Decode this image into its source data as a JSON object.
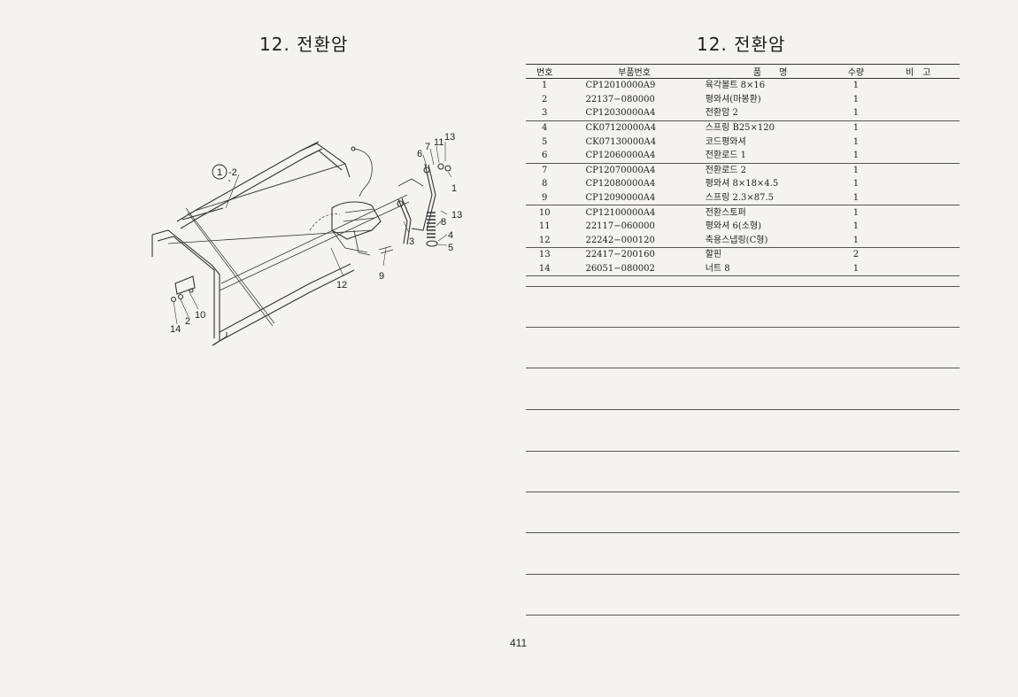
{
  "left_title": "12. 전환암",
  "right_title": "12. 전환암",
  "page_number": "411",
  "diagram_callouts": {
    "c1_2": "1",
    "c2_dash": "-2",
    "c13_top": "13",
    "c11": "11",
    "c7": "7",
    "c6": "6",
    "c1": "1",
    "c13_mid": "13",
    "c8": "8",
    "c4": "4",
    "c5": "5",
    "c3": "3",
    "c9": "9",
    "c12": "12",
    "c10": "10",
    "c2": "2",
    "c14": "14"
  },
  "table": {
    "headers": {
      "no": "번호",
      "part_no": "부품번호",
      "name": "품　　명",
      "qty": "수량",
      "remarks": "비　고"
    },
    "rows": [
      {
        "no": "1",
        "part_no": "CP12010000A9",
        "name": "육각볼트 8×16",
        "qty": "1"
      },
      {
        "no": "2",
        "part_no": "22137−080000",
        "name": "평와셔(마봉환)",
        "qty": "1"
      },
      {
        "no": "3",
        "part_no": "CP12030000A4",
        "name": "전환암 2",
        "qty": "1"
      },
      {
        "no": "4",
        "part_no": "CK07120000A4",
        "name": "스프링 B25×120",
        "qty": "1"
      },
      {
        "no": "5",
        "part_no": "CK07130000A4",
        "name": "코드평와셔",
        "qty": "1"
      },
      {
        "no": "6",
        "part_no": "CP12060000A4",
        "name": "전환로드 1",
        "qty": "1"
      },
      {
        "no": "7",
        "part_no": "CP12070000A4",
        "name": "전환로드 2",
        "qty": "1"
      },
      {
        "no": "8",
        "part_no": "CP12080000A4",
        "name": "평와셔 8×18×4.5",
        "qty": "1"
      },
      {
        "no": "9",
        "part_no": "CP12090000A4",
        "name": "스프링 2.3×87.5",
        "qty": "1"
      },
      {
        "no": "10",
        "part_no": "CP12100000A4",
        "name": "전환스토퍼",
        "qty": "1"
      },
      {
        "no": "11",
        "part_no": "22117−060000",
        "name": "평와셔 6(소형)",
        "qty": "1"
      },
      {
        "no": "12",
        "part_no": "22242−000120",
        "name": "축용스냅링(C형)",
        "qty": "1"
      },
      {
        "no": "13",
        "part_no": "22417−200160",
        "name": "할핀",
        "qty": "2"
      },
      {
        "no": "14",
        "part_no": "26051−080002",
        "name": "너트 8",
        "qty": "1"
      }
    ]
  },
  "colors": {
    "paper": "#f4f3ee",
    "ink": "#222222"
  }
}
